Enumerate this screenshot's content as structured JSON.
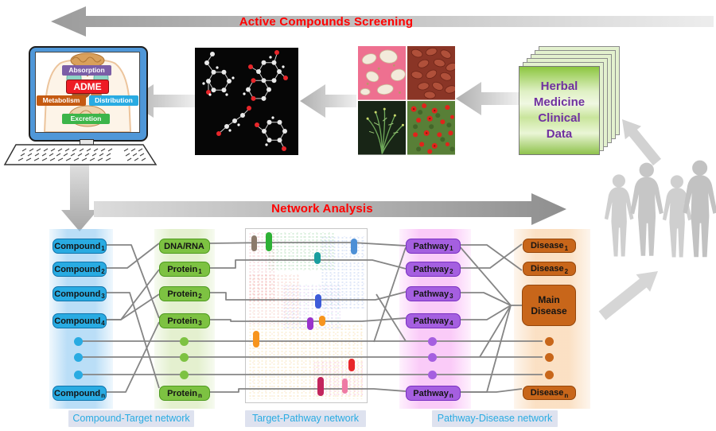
{
  "figure": {
    "screening_arrow_label": "Active Compounds Screening",
    "analysis_arrow_label": "Network Analysis"
  },
  "computer": {
    "absorption_label": "Absorption",
    "adme_label": "ADME",
    "metabolism_label": "Metabolism",
    "distribution_label": "Distribution",
    "excretion_label": "Excretion"
  },
  "herbal_stack": {
    "lines": [
      "Herbal",
      "Medicine",
      "Clinical",
      "Data"
    ]
  },
  "network": {
    "compounds": {
      "nodes": [
        {
          "base": "Compound",
          "sub": "1"
        },
        {
          "base": "Compound",
          "sub": "2"
        },
        {
          "base": "Compound",
          "sub": "3"
        },
        {
          "base": "Compound",
          "sub": "4"
        },
        {
          "base": "Compound",
          "sub": "n"
        }
      ],
      "footer": "Compound-Target network"
    },
    "targets": {
      "nodes": [
        {
          "base": "DNA/RNA",
          "sub": ""
        },
        {
          "base": "Protein",
          "sub": "1"
        },
        {
          "base": "Protein",
          "sub": "2"
        },
        {
          "base": "Protein",
          "sub": "3"
        },
        {
          "base": "Protein",
          "sub": "n"
        }
      ]
    },
    "pathways": {
      "nodes": [
        {
          "base": "Pathway",
          "sub": "1"
        },
        {
          "base": "Pathway",
          "sub": "2"
        },
        {
          "base": "Pathway",
          "sub": "3"
        },
        {
          "base": "Pathway",
          "sub": "4"
        },
        {
          "base": "Pathway",
          "sub": "n"
        }
      ],
      "footer": "Target-Pathway network"
    },
    "diseases": {
      "nodes": [
        {
          "base": "Disease",
          "sub": "1"
        },
        {
          "base": "Disease",
          "sub": "2"
        },
        {
          "base": "Disease",
          "sub": "n"
        }
      ],
      "main": "Main Disease",
      "footer": "Pathway-Disease network"
    }
  },
  "colors": {
    "compound": "#29ABE2",
    "target": "#7DC242",
    "pathway": "#A55FE0",
    "disease": "#C8661A",
    "arrow_text": "#FF0000",
    "footer_text": "#29ABE2",
    "stack_text": "#7030A0",
    "connector": "#858585"
  }
}
